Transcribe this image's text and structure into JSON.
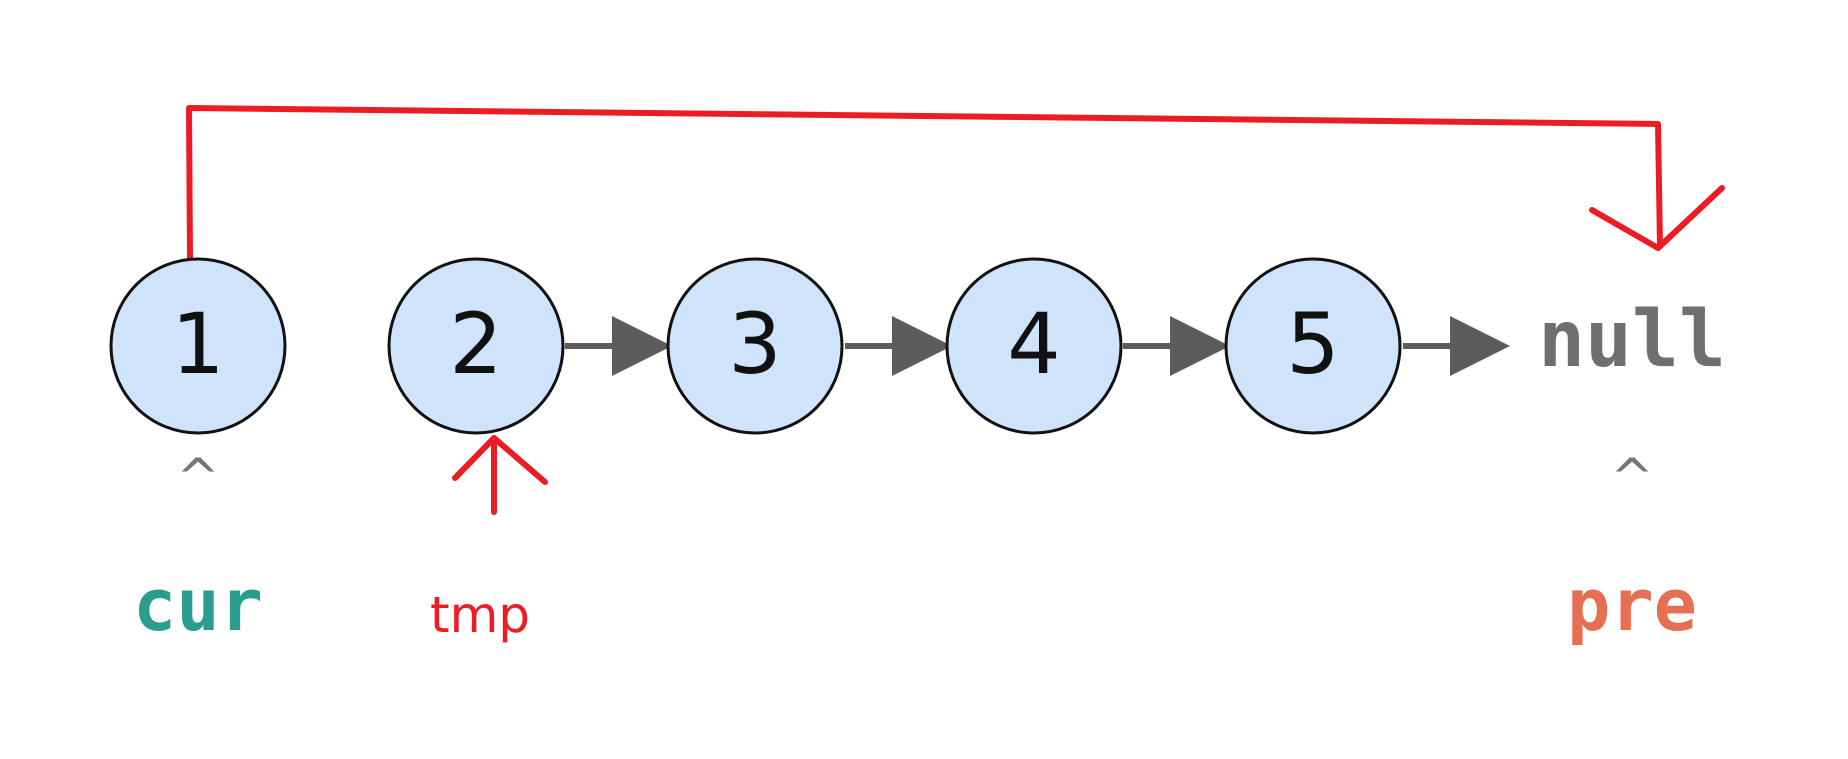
{
  "nodes": [
    {
      "value": "1"
    },
    {
      "value": "2"
    },
    {
      "value": "3"
    },
    {
      "value": "4"
    },
    {
      "value": "5"
    }
  ],
  "terminal": "null",
  "carets": {
    "cur": "^",
    "pre": "^"
  },
  "pointers": {
    "cur": "cur",
    "tmp": "tmp",
    "pre": "pre"
  },
  "colors": {
    "node_fill": "#cfe3fb",
    "node_stroke": "#111111",
    "edge": "#5c5c5c",
    "null_text": "#6f6f6f",
    "caret": "#777777",
    "cur": "#2a9d8f",
    "tmp": "#ec1c24",
    "pre": "#e76f51",
    "annotation": "#ec1c24"
  }
}
